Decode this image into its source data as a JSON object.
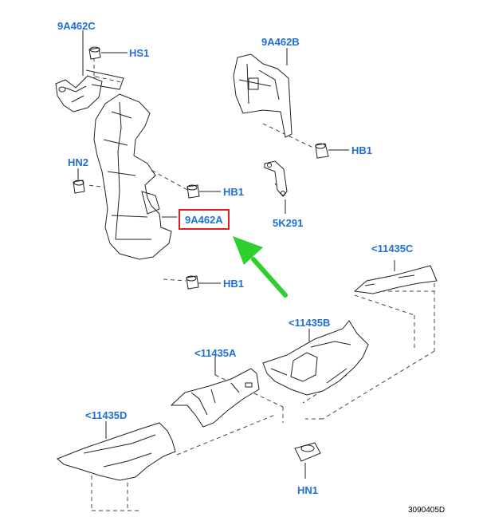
{
  "callouts": {
    "hs_9a462c": "9A462C",
    "hs1": "HS1",
    "hs_9a462b": "9A462B",
    "hb1_right": "HB1",
    "hn2": "HN2",
    "hb1_mid": "HB1",
    "hs_9a462a": "9A462A",
    "bracket_5k291": "5K291",
    "hb1_lower": "HB1",
    "shield_11435c": "<11435C",
    "shield_11435b": "<11435B",
    "shield_11435a": "<11435A",
    "shield_11435d": "<11435D",
    "hn1": "HN1"
  },
  "figure_code": "3090405D",
  "colors": {
    "callout_text": "#1f6fd6",
    "highlight_box": "#e02020",
    "pointer_arrow": "#2fcf2f",
    "line_art": "#222222"
  },
  "icons": [
    "pointer-arrow"
  ]
}
